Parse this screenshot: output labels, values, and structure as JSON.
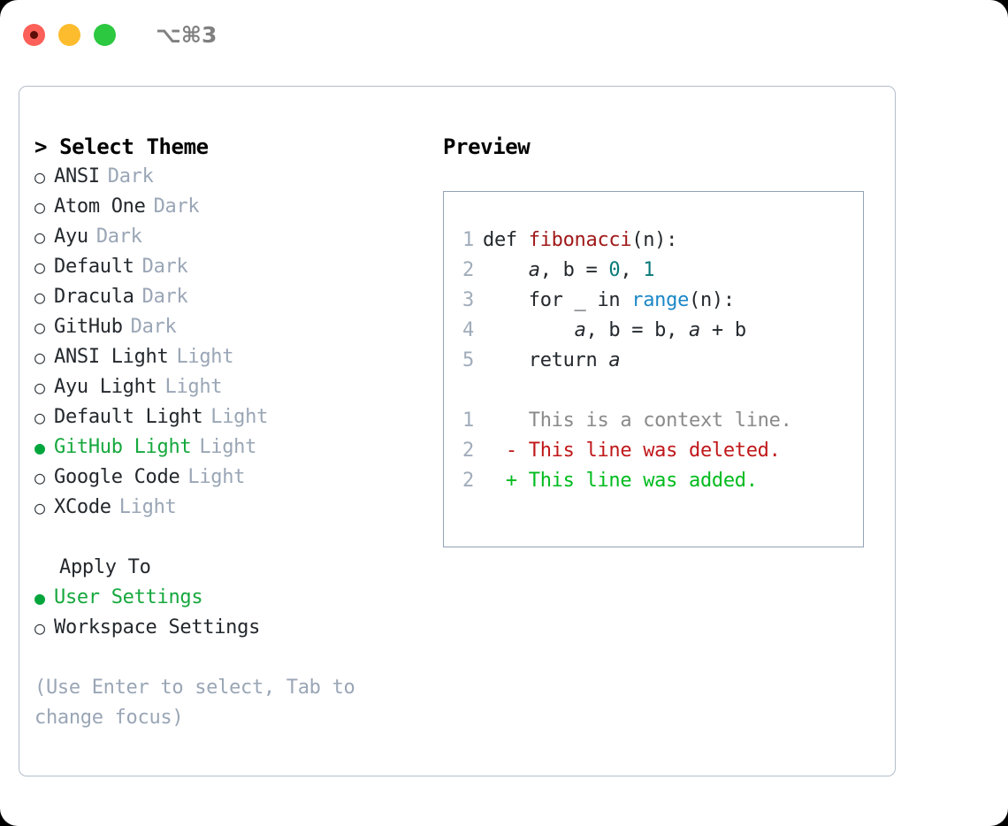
{
  "titlebar": {
    "shortcut": "⌥⌘3",
    "dots": [
      "close-dot",
      "minimize-dot",
      "maximize-dot"
    ]
  },
  "left": {
    "header": "> Select Theme",
    "themes": [
      {
        "bullet": "○",
        "label": "ANSI",
        "tag": "Dark",
        "selected": false
      },
      {
        "bullet": "○",
        "label": "Atom One",
        "tag": "Dark",
        "selected": false
      },
      {
        "bullet": "○",
        "label": "Ayu",
        "tag": "Dark",
        "selected": false
      },
      {
        "bullet": "○",
        "label": "Default",
        "tag": "Dark",
        "selected": false
      },
      {
        "bullet": "○",
        "label": "Dracula",
        "tag": "Dark",
        "selected": false
      },
      {
        "bullet": "○",
        "label": "GitHub",
        "tag": "Dark",
        "selected": false
      },
      {
        "bullet": "○",
        "label": "ANSI Light",
        "tag": "Light",
        "selected": false
      },
      {
        "bullet": "○",
        "label": "Ayu Light",
        "tag": "Light",
        "selected": false
      },
      {
        "bullet": "○",
        "label": "Default Light",
        "tag": "Light",
        "selected": false
      },
      {
        "bullet": "●",
        "label": "GitHub Light",
        "tag": "Light",
        "selected": true
      },
      {
        "bullet": "○",
        "label": "Google Code",
        "tag": "Light",
        "selected": false
      },
      {
        "bullet": "○",
        "label": "XCode",
        "tag": "Light",
        "selected": false
      }
    ],
    "apply_to": {
      "header": "Apply To",
      "options": [
        {
          "bullet": "●",
          "label": "User Settings",
          "selected": true
        },
        {
          "bullet": "○",
          "label": "Workspace Settings",
          "selected": false
        }
      ]
    },
    "hint": "(Use Enter to select, Tab to change focus)"
  },
  "preview": {
    "header": "Preview",
    "code": [
      {
        "number": "1",
        "parts": [
          {
            "text": "def ",
            "style": "plain"
          },
          {
            "text": "fibonacci",
            "style": "fn"
          },
          {
            "text": "(n):",
            "style": "plain"
          }
        ]
      },
      {
        "number": "2",
        "parts": [
          {
            "text": "    ",
            "style": "plain"
          },
          {
            "text": "a",
            "style": "var"
          },
          {
            "text": ", b = ",
            "style": "plain"
          },
          {
            "text": "0",
            "style": "num"
          },
          {
            "text": ", ",
            "style": "plain"
          },
          {
            "text": "1",
            "style": "num"
          }
        ]
      },
      {
        "number": "3",
        "parts": [
          {
            "text": "    for _ in ",
            "style": "plain"
          },
          {
            "text": "range",
            "style": "call"
          },
          {
            "text": "(n):",
            "style": "plain"
          }
        ]
      },
      {
        "number": "4",
        "parts": [
          {
            "text": "        ",
            "style": "plain"
          },
          {
            "text": "a",
            "style": "var"
          },
          {
            "text": ", b = b, ",
            "style": "plain"
          },
          {
            "text": "a",
            "style": "var"
          },
          {
            "text": " + b",
            "style": "plain"
          }
        ]
      },
      {
        "number": "5",
        "parts": [
          {
            "text": "    return ",
            "style": "plain"
          },
          {
            "text": "a",
            "style": "var"
          }
        ]
      }
    ],
    "diff": [
      {
        "number": "1",
        "marker": " ",
        "text": "This is a context line.",
        "kind": "context"
      },
      {
        "number": "2",
        "marker": "-",
        "text": "This line was deleted.",
        "kind": "deleted"
      },
      {
        "number": "2",
        "marker": "+",
        "text": "This line was added.",
        "kind": "added"
      }
    ]
  },
  "colors": {
    "accent_green": "#00a53c",
    "selected_label_green": "#15a83d",
    "tag_muted": "#9aa6b6",
    "line_number": "#a0acba",
    "panel_border": "#b3bdc9",
    "preview_border": "#94a3b4",
    "fn_red": "#a01919",
    "num_teal": "#0c7a79",
    "call_blue": "#1a87c7",
    "diff_deleted": "#c0171a",
    "diff_added": "#00bb1e",
    "diff_context": "#8a8a8a"
  }
}
